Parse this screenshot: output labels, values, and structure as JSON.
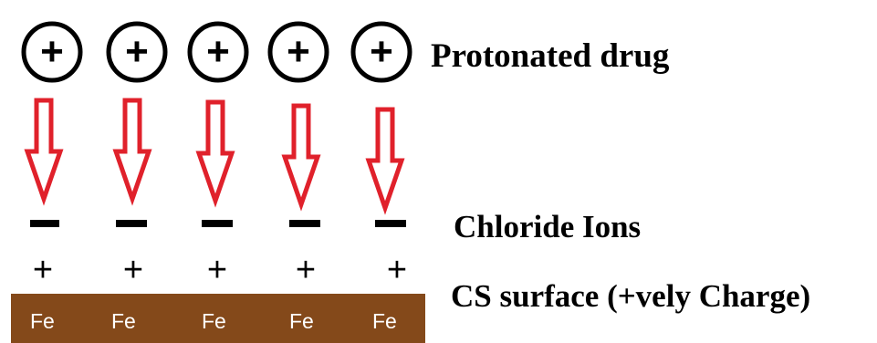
{
  "labels": {
    "drug": "Protonated drug",
    "chloride": "Chloride Ions",
    "surface": "CS surface (+vely Charge)"
  },
  "symbols": {
    "drug_charge": "+",
    "ion_charge": "−",
    "surface_charge": "+",
    "atom": "Fe"
  },
  "colors": {
    "arrow": "#e0212b",
    "surface": "#84491a",
    "atom_text": "#ffffff",
    "ink": "#000000"
  },
  "columns": [
    {
      "drug": "+",
      "ion": "−",
      "charge": "+",
      "atom": "Fe"
    },
    {
      "drug": "+",
      "ion": "−",
      "charge": "+",
      "atom": "Fe"
    },
    {
      "drug": "+",
      "ion": "−",
      "charge": "+",
      "atom": "Fe"
    },
    {
      "drug": "+",
      "ion": "−",
      "charge": "+",
      "atom": "Fe"
    },
    {
      "drug": "+",
      "ion": "−",
      "charge": "+",
      "atom": "Fe"
    }
  ]
}
